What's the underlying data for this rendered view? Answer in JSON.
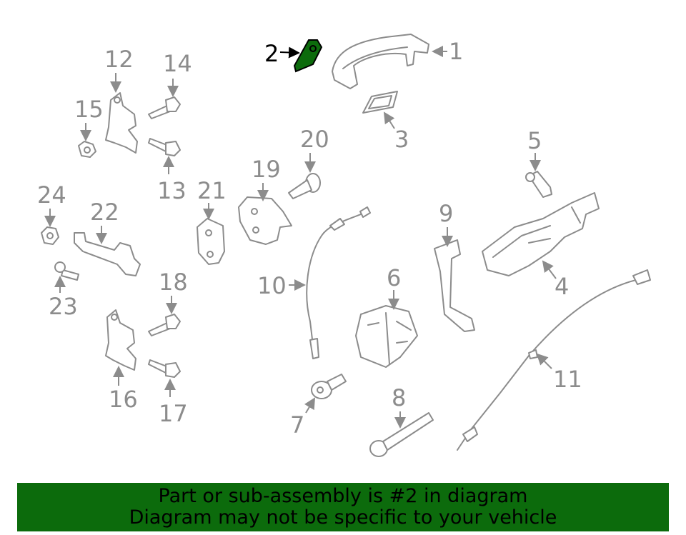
{
  "labels": {
    "p1": "1",
    "p2": "2",
    "p3": "3",
    "p4": "4",
    "p5": "5",
    "p6": "6",
    "p7": "7",
    "p8": "8",
    "p9": "9",
    "p10": "10",
    "p11": "11",
    "p12": "12",
    "p13": "13",
    "p14": "14",
    "p15": "15",
    "p16": "16",
    "p17": "17",
    "p18": "18",
    "p19": "19",
    "p20": "20",
    "p21": "21",
    "p22": "22",
    "p23": "23",
    "p24": "24"
  },
  "highlighted_part": "2",
  "colors": {
    "highlight": "#0c6b0c",
    "line": "#8c8c8c",
    "banner": "#0c6b0c"
  },
  "banner": {
    "line1": "Part or sub-assembly is #2 in diagram",
    "line2": "Diagram may not be specific to your vehicle"
  }
}
